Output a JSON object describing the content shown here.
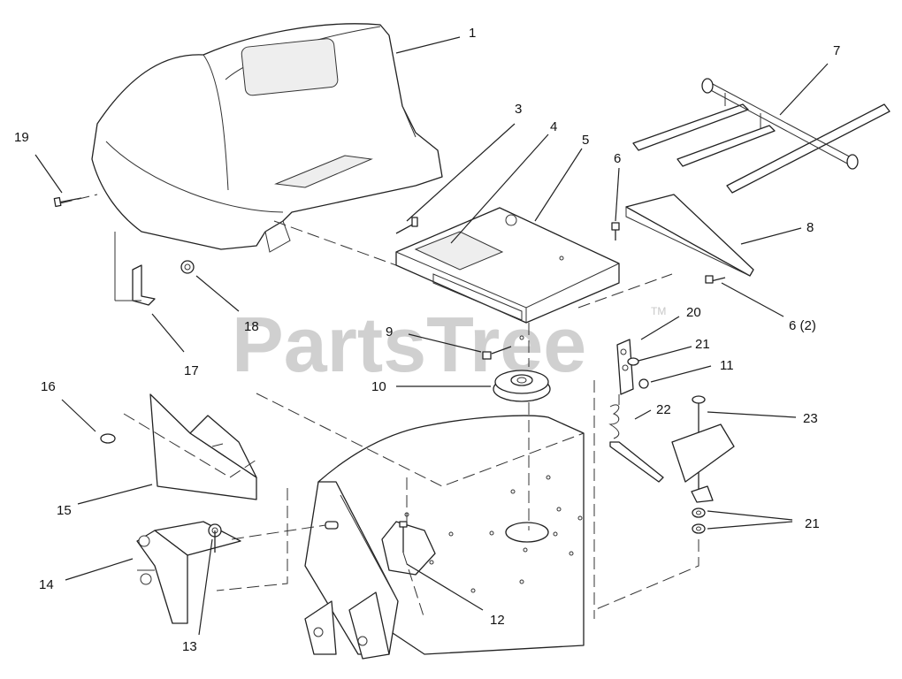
{
  "watermark": {
    "text": "PartsTree",
    "trademark": "TM"
  },
  "callouts": {
    "c1": "1",
    "c3": "3",
    "c4": "4",
    "c5": "5",
    "c6": "6",
    "c6b": "6 (2)",
    "c7": "7",
    "c8": "8",
    "c9": "9",
    "c10": "10",
    "c11": "11",
    "c12": "12",
    "c13": "13",
    "c14": "14",
    "c15": "15",
    "c16": "16",
    "c17": "17",
    "c18": "18",
    "c19": "19",
    "c20": "20",
    "c21a": "21",
    "c21b": "21",
    "c22": "22",
    "c23": "23"
  }
}
